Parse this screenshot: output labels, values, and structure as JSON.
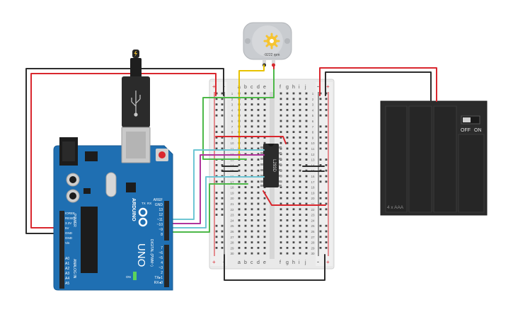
{
  "motor": {
    "rpm_label": "-9222 rpm",
    "body_color": "#c9ccd0",
    "gear_color": "#f6c431"
  },
  "usb": {
    "bolt_icon": "lightning-icon"
  },
  "arduino": {
    "board_color": "#1f6fb2",
    "brand": "ARDUINO",
    "model": "UNO",
    "power_header_title": "POWER",
    "power_pins": [
      "IOREF",
      "RESET",
      "3.3V",
      "5V",
      "GND",
      "GND",
      "Vin"
    ],
    "analog_header_title": "ANALOG IN",
    "analog_pins": [
      "A0",
      "A1",
      "A2",
      "A3",
      "A4",
      "A5"
    ],
    "digital_header_title": "DIGITAL (PWM~)",
    "top_right_pins": [
      "AREF",
      "GND",
      "13",
      "12",
      "~11",
      "~10",
      "~9",
      "8"
    ],
    "digital_pins": [
      "7",
      "~6",
      "~5",
      "4",
      "~3",
      "2",
      "TX▸1",
      "RX◂0"
    ],
    "tx_label": "TX",
    "rx_label": "RX",
    "on_label": "ON"
  },
  "breadboard": {
    "column_labels_left": [
      "a",
      "b",
      "c",
      "d",
      "e"
    ],
    "column_labels_right": [
      "f",
      "g",
      "h",
      "i",
      "j"
    ],
    "row_numbers": [
      "1",
      "2",
      "3",
      "4",
      "5",
      "6",
      "7",
      "8",
      "9",
      "10",
      "11",
      "12",
      "13",
      "14",
      "15",
      "16",
      "17",
      "18",
      "19",
      "20",
      "21",
      "22",
      "23",
      "24",
      "25",
      "26",
      "27",
      "28",
      "29",
      "30"
    ],
    "plus_sign": "+",
    "minus_sign": "-"
  },
  "ic": {
    "label": "L293D"
  },
  "battery": {
    "label": "4 x AAA",
    "switch_off": "OFF",
    "switch_on": "ON",
    "case_color": "#2b2b2b"
  },
  "wire_colors": {
    "red": "#d9272e",
    "black": "#2d2d2d",
    "yellow": "#e8c200",
    "green": "#4db848",
    "cyan": "#6ec6d4",
    "magenta": "#b0359c"
  }
}
